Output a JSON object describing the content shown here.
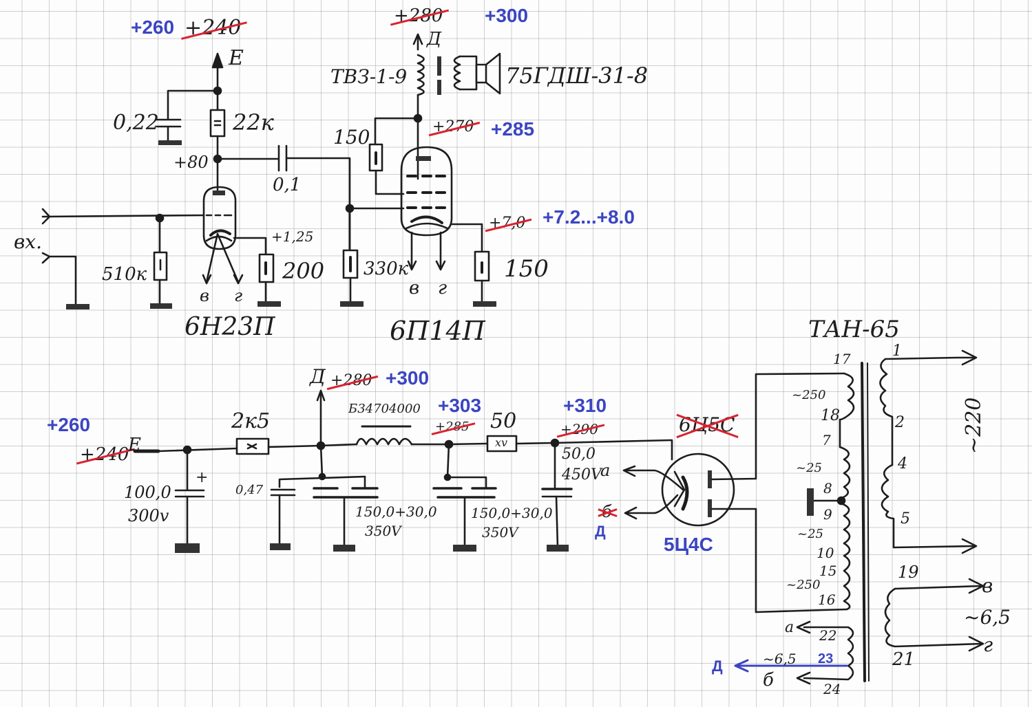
{
  "sheet": {
    "description": "Hand-drawn single-ended tube amplifier schematic on graph paper with corrections",
    "correction_color": "#d8232f",
    "annotation_color": "#3b45c2",
    "ink_color": "#1d1d1d"
  },
  "preamp_stage": {
    "tube_label": "6Н23П",
    "supply_old": "+240",
    "supply_new": "+260",
    "supply_node": "Е",
    "decoupling_cap": "0,22",
    "anode_resistor": "22к",
    "anode_voltage": "+80",
    "coupling_cap": "0,1",
    "input_label": "вх.",
    "grid_resistor": "510к",
    "cathode_voltage": "+1,25",
    "cathode_resistor": "200",
    "heater_pins": [
      "в",
      "г"
    ]
  },
  "output_stage": {
    "tube_label": "6П14П",
    "transformer_label": "ТВЗ-1-9",
    "speaker_label": "75ГДШ-31-8",
    "supply_old": "+280",
    "supply_new": "+300",
    "supply_node": "Д",
    "anode_voltage_old": "+270",
    "anode_voltage_new": "+285",
    "screen_resistor": "150",
    "grid_resistor": "330к",
    "cathode_voltage_old": "+7,0",
    "cathode_voltage_new": "+7.2...+8.0",
    "cathode_resistor": "150",
    "heater_pins": [
      "в",
      "г"
    ]
  },
  "power_supply": {
    "node_e_old": "+240",
    "node_e_new": "+260",
    "node_e_label": "Е",
    "cap_e_value": "100,0",
    "cap_e_voltage": "300v",
    "resistor_2k5": "2к5",
    "node_d_label": "Д",
    "node_d_old": "+280",
    "node_d_new": "+300",
    "cap_047": "0,47",
    "choke_label": "Б34704000",
    "cap_bank_1_value": "150,0+30,0",
    "cap_bank_1_voltage": "350V",
    "node_mid_old": "+285",
    "node_mid_new": "+303",
    "resistor_50": "50",
    "resistor_50_marking": "xv",
    "cap_bank_2_value": "150,0+30,0",
    "cap_bank_2_voltage": "350V",
    "node_in_old": "+290",
    "node_in_new": "+310",
    "cap_in_value": "50,0",
    "cap_in_voltage": "450V",
    "plus_sign": "+",
    "heater_a": "а",
    "heater_b_old": "б",
    "heater_b_new": "Д"
  },
  "rectifier": {
    "tube_old": "6Ц5С",
    "tube_new": "5Ц4С"
  },
  "transformer": {
    "label": "ТАН-65",
    "secondary_pins": [
      "17",
      "18",
      "7",
      "8",
      "9",
      "10",
      "15",
      "16",
      "22",
      "23",
      "24"
    ],
    "secondary_voltages": [
      "~250",
      "~25",
      "~25",
      "~250",
      "~6,5"
    ],
    "primary_pins": [
      "1",
      "2",
      "4",
      "5"
    ],
    "mains_label": "~220",
    "heater_winding_pins": [
      "19",
      "21"
    ],
    "heater_winding_voltage": "~6,5",
    "heater_outputs": [
      "в",
      "г"
    ],
    "rectifier_heater_outputs": [
      "а",
      "б"
    ],
    "pin23_label": "23",
    "pin23_dest": "Д"
  }
}
